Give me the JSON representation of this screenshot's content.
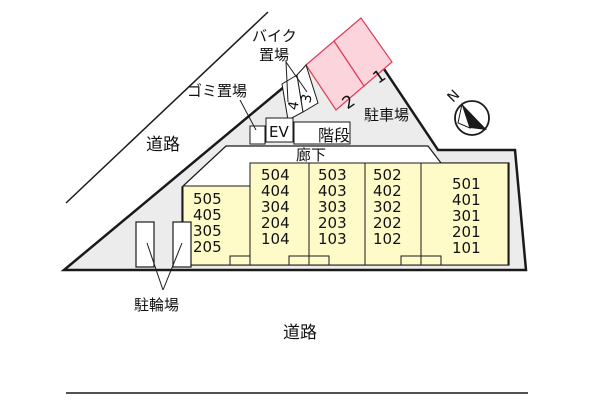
{
  "colors": {
    "site_fill": "#ececec",
    "unit_fill": "#fffbc8",
    "parking_fill": "#fbd4dc",
    "parking_stroke": "#e03a5a",
    "line": "#1a1a1a"
  },
  "labels": {
    "road_left": "道路",
    "road_bottom": "道路",
    "bike_parking_line1": "バイク",
    "bike_parking_line2": "置場",
    "garbage": "ゴミ置場",
    "parking": "駐車場",
    "ev": "EV",
    "stairs": "階段",
    "corridor": "廊下",
    "bicycle_parking": "駐輪場",
    "north": "N"
  },
  "bike_slots": [
    "4",
    "3"
  ],
  "parking_spots": [
    "2",
    "1"
  ],
  "unit_columns": [
    {
      "name": "unit-column-5",
      "units": [
        "505",
        "405",
        "305",
        "205"
      ]
    },
    {
      "name": "unit-column-4",
      "units": [
        "504",
        "404",
        "304",
        "204",
        "104"
      ]
    },
    {
      "name": "unit-column-3",
      "units": [
        "503",
        "403",
        "303",
        "203",
        "103"
      ]
    },
    {
      "name": "unit-column-2",
      "units": [
        "502",
        "402",
        "302",
        "202",
        "102"
      ]
    },
    {
      "name": "unit-column-1",
      "units": [
        "501",
        "401",
        "301",
        "201",
        "101"
      ]
    }
  ]
}
